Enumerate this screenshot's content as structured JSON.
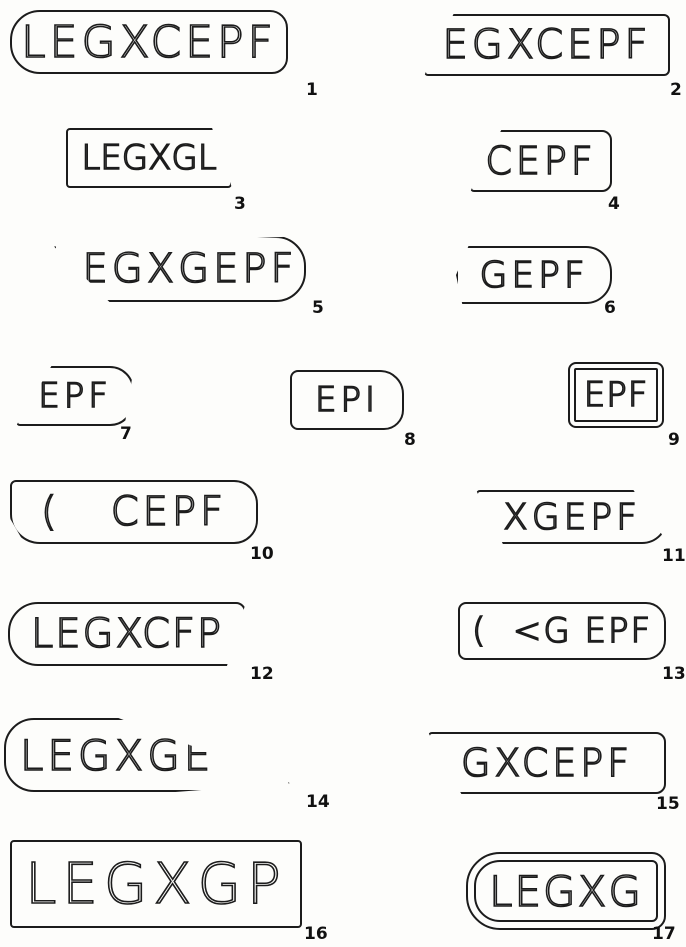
{
  "fragments": [
    {
      "number": "1",
      "text": "LEGXCEPF"
    },
    {
      "number": "2",
      "text": "EGXCEPF"
    },
    {
      "number": "3",
      "text": "LEGXGL"
    },
    {
      "number": "4",
      "text": "CEPF"
    },
    {
      "number": "5",
      "text": "EGXGEPF"
    },
    {
      "number": "6",
      "text": "GEPF"
    },
    {
      "number": "7",
      "text": "EPF"
    },
    {
      "number": "8",
      "text": "EPI"
    },
    {
      "number": "9",
      "text": "EPF"
    },
    {
      "number": "10",
      "text": "(   CEPF"
    },
    {
      "number": "11",
      "text": "XGEPF"
    },
    {
      "number": "12",
      "text": "LEGXCFP"
    },
    {
      "number": "13",
      "text": "(  <G EPF"
    },
    {
      "number": "14",
      "text": "LEGXGE"
    },
    {
      "number": "15",
      "text": "GXCEPF"
    },
    {
      "number": "16",
      "text": "LEGXGP"
    },
    {
      "number": "17",
      "text": "LEGXG"
    }
  ]
}
